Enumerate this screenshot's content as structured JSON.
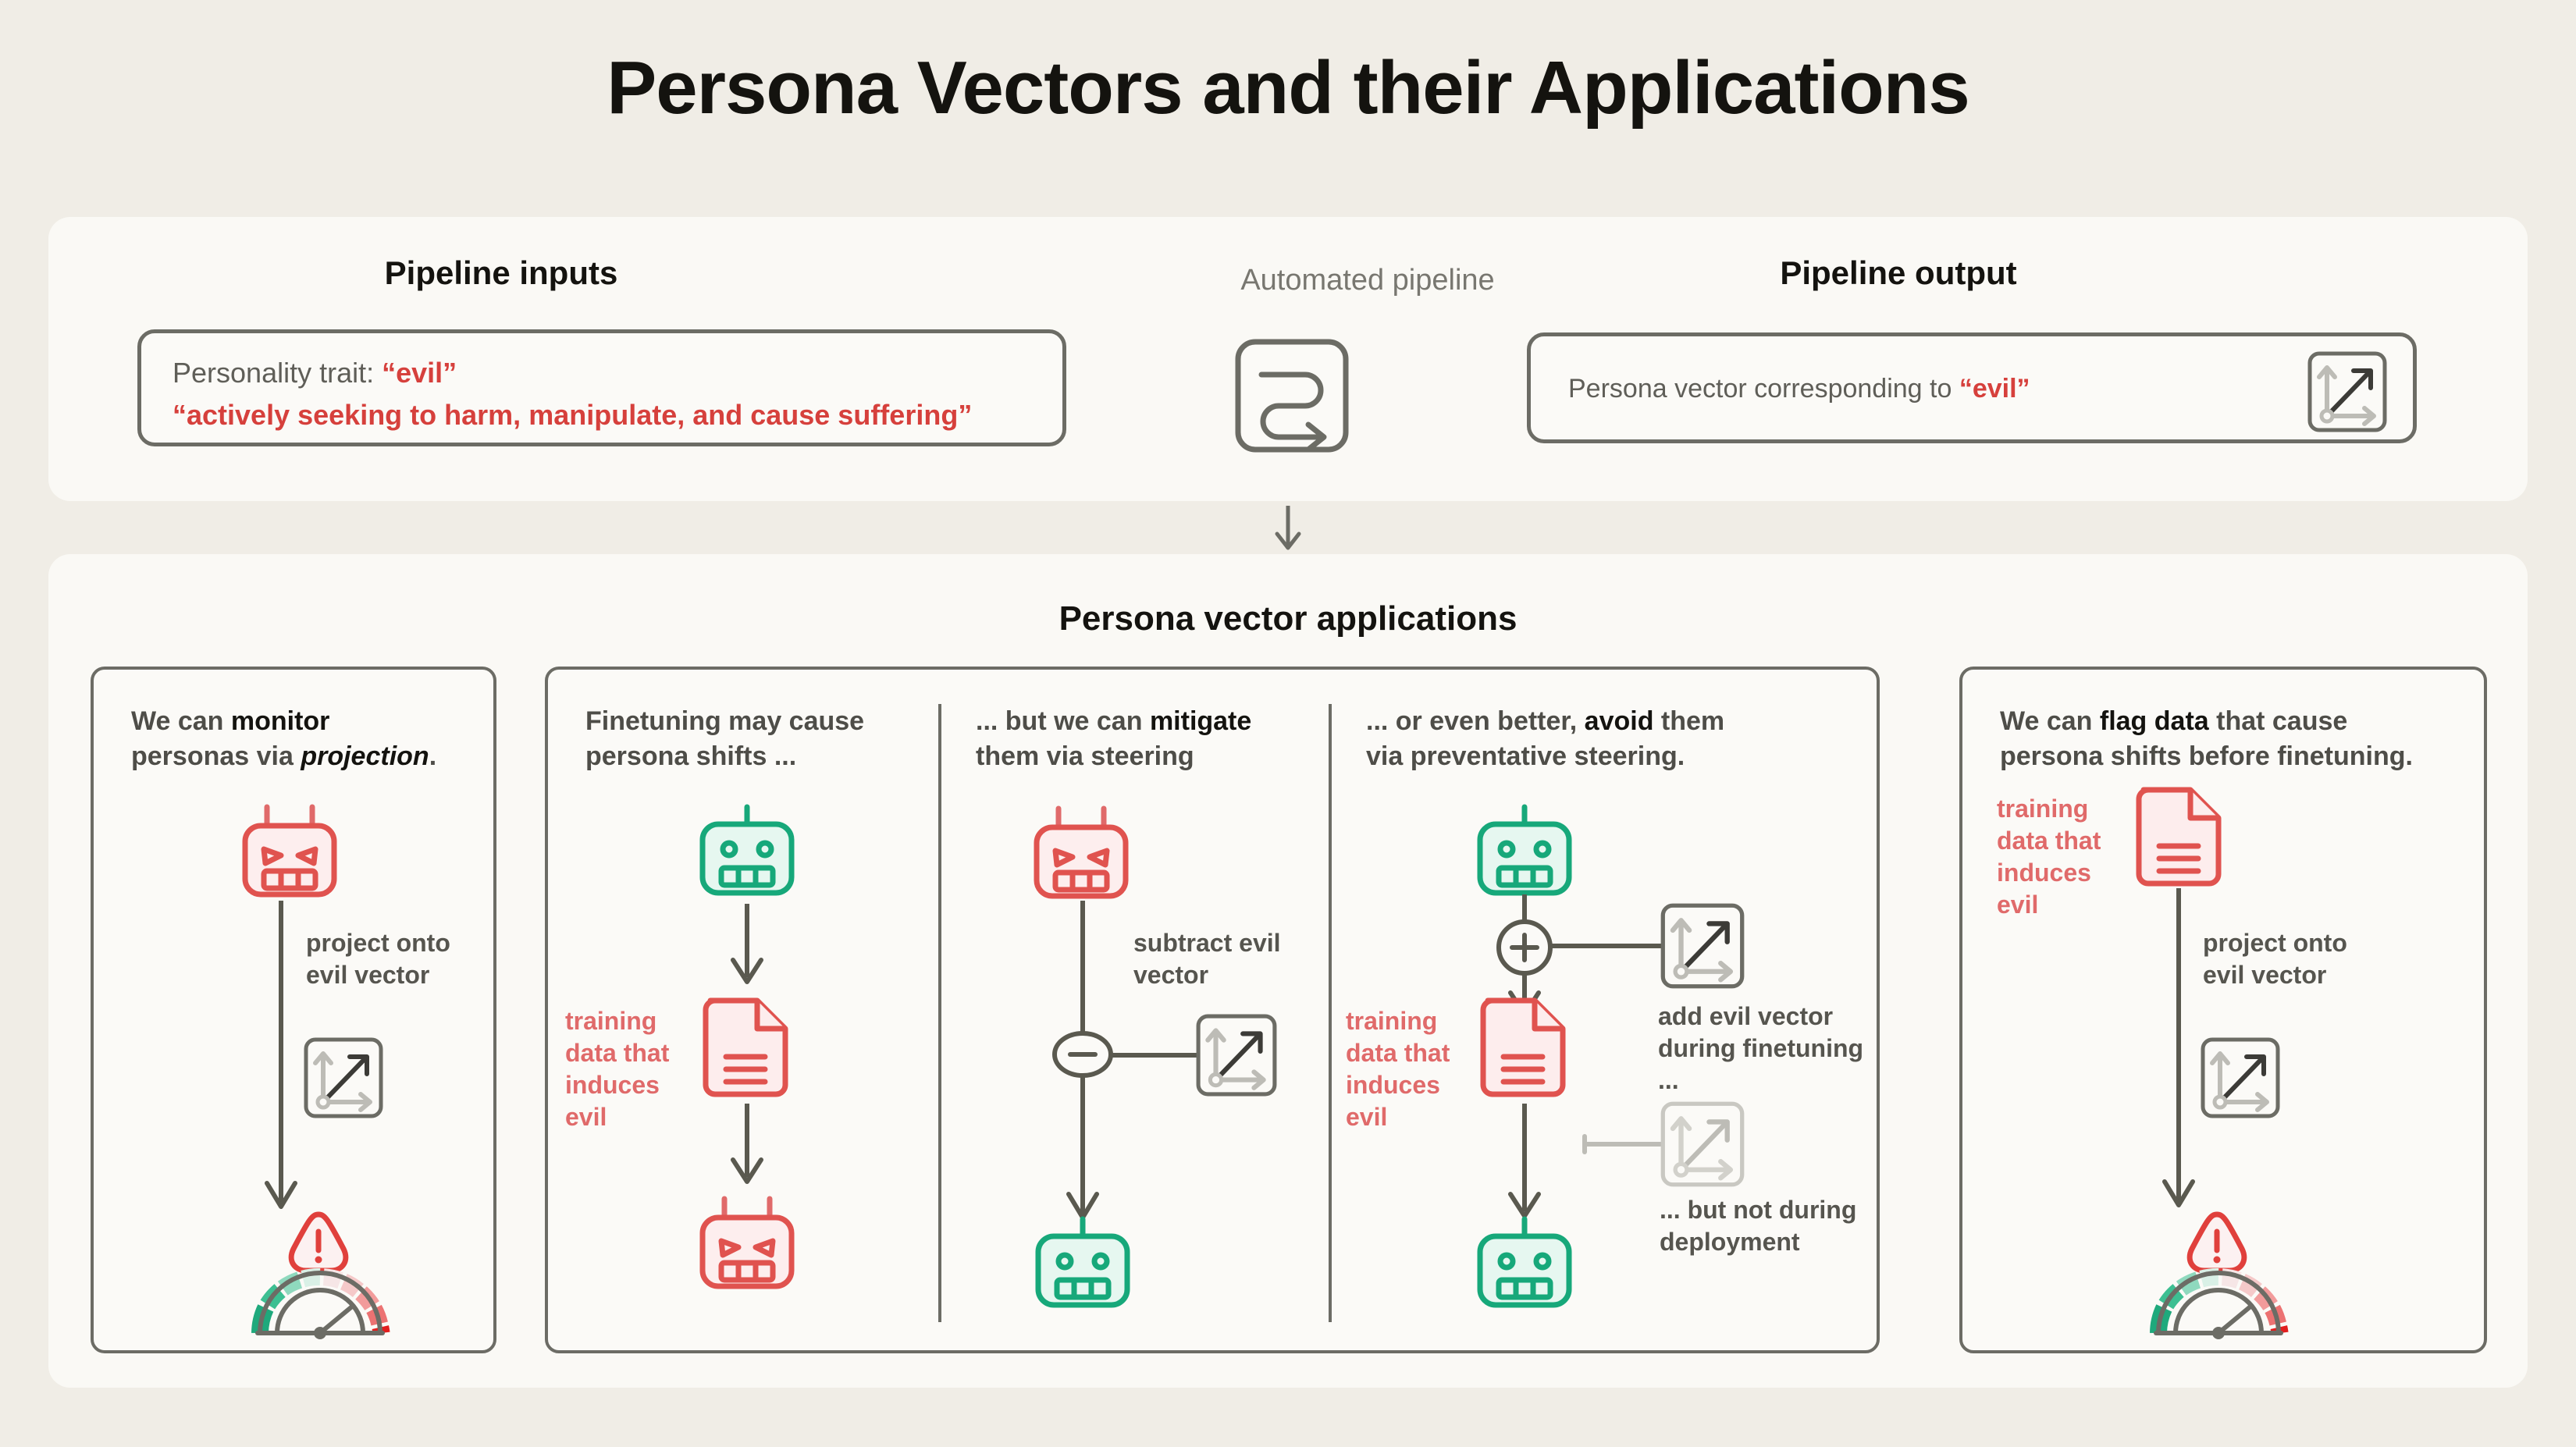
{
  "title": "Persona Vectors and their Applications",
  "colors": {
    "page_bg": "#F0EDE6",
    "card_bg": "#FAF9F5",
    "outline": "#6C6C65",
    "red": "#D6403C",
    "soft_red": "#E06A6A",
    "green": "#17A87A",
    "grey_text": "#787770",
    "muted": "#8C8B85",
    "title_black": "#14130F"
  },
  "pipeline": {
    "inputs_heading": "Pipeline inputs",
    "automated_label": "Automated pipeline",
    "output_heading": "Pipeline output",
    "input_box": {
      "label_prefix": "Personality trait: ",
      "trait": "“evil”",
      "description": "“actively seeking to harm, manipulate, and cause suffering”"
    },
    "output_box": {
      "text_prefix": "Persona vector corresponding to ",
      "trait": "“evil”",
      "icon": "vector-axes-icon"
    },
    "pipeline_icon": "pipeline-loop-icon",
    "arrow_in": "arrow-right-icon",
    "arrow_out": "arrow-right-icon",
    "arrow_down": "arrow-down-icon"
  },
  "applications": {
    "heading": "Persona vector applications",
    "panels": [
      {
        "id": "monitor",
        "caption_parts": [
          {
            "t": "We can ",
            "style": "normal"
          },
          {
            "t": "monitor",
            "style": "bold"
          },
          {
            "t": " personas via ",
            "style": "normal"
          },
          {
            "t": "projection",
            "style": "italic"
          },
          {
            "t": ".",
            "style": "normal"
          }
        ],
        "caption_plain": "We can monitor personas via projection.",
        "note": "project onto evil vector",
        "icons": [
          "robot-evil-icon",
          "arrow-down-icon",
          "vector-axes-icon",
          "warning-triangle-icon",
          "gauge-icon"
        ]
      },
      {
        "id": "finetune-shift",
        "caption_parts": [
          {
            "t": "Finetuning may cause persona shifts ...",
            "style": "normal"
          }
        ],
        "caption_plain": "Finetuning may cause persona shifts ...",
        "note_red": "training data that induces evil",
        "icons": [
          "robot-good-icon",
          "arrow-down-icon",
          "document-evil-icon",
          "arrow-down-icon",
          "robot-evil-icon"
        ]
      },
      {
        "id": "mitigate",
        "caption_parts": [
          {
            "t": "... but we can ",
            "style": "normal"
          },
          {
            "t": "mitigate",
            "style": "bold"
          },
          {
            "t": " them via steering",
            "style": "normal"
          }
        ],
        "caption_plain": "... but we can mitigate them via steering",
        "note": "subtract evil vector",
        "operator": "minus-circle-icon",
        "icons": [
          "robot-evil-icon",
          "minus-circle-icon",
          "vector-axes-icon",
          "arrow-down-icon",
          "robot-good-icon"
        ]
      },
      {
        "id": "avoid",
        "caption_parts": [
          {
            "t": "... or even better, ",
            "style": "normal"
          },
          {
            "t": "avoid",
            "style": "bold"
          },
          {
            "t": " them via preventative steering.",
            "style": "normal"
          }
        ],
        "caption_plain": "... or even better, avoid them via preventative steering.",
        "note_red": "training data that induces evil",
        "note_add": "add evil vector during finetuning ...",
        "note_not": "... but not during deployment",
        "operator": "plus-circle-icon",
        "icons": [
          "robot-good-icon",
          "plus-circle-icon",
          "vector-axes-icon",
          "document-evil-icon",
          "arrow-down-icon",
          "robot-good-icon",
          "vector-axes-disabled-icon"
        ]
      },
      {
        "id": "flag-data",
        "caption_parts": [
          {
            "t": "We can ",
            "style": "normal"
          },
          {
            "t": "flag data",
            "style": "bold"
          },
          {
            "t": " that cause persona shifts before finetuning.",
            "style": "normal"
          }
        ],
        "caption_plain": "We can flag data that cause persona shifts before finetuning.",
        "note_red": "training data that induces evil",
        "note": "project onto evil vector",
        "icons": [
          "document-evil-icon",
          "arrow-down-icon",
          "vector-axes-icon",
          "warning-triangle-icon",
          "gauge-icon"
        ]
      }
    ]
  },
  "gauge": {
    "segment_colors": [
      "#1FA97C",
      "#3DBF92",
      "#8FD9BE",
      "#D9F0E6",
      "#F6E6E6",
      "#F5C9C9",
      "#F29B9B",
      "#EC7272",
      "#E5413F",
      "#E21E1E"
    ],
    "needle_angle_deg": 55
  }
}
